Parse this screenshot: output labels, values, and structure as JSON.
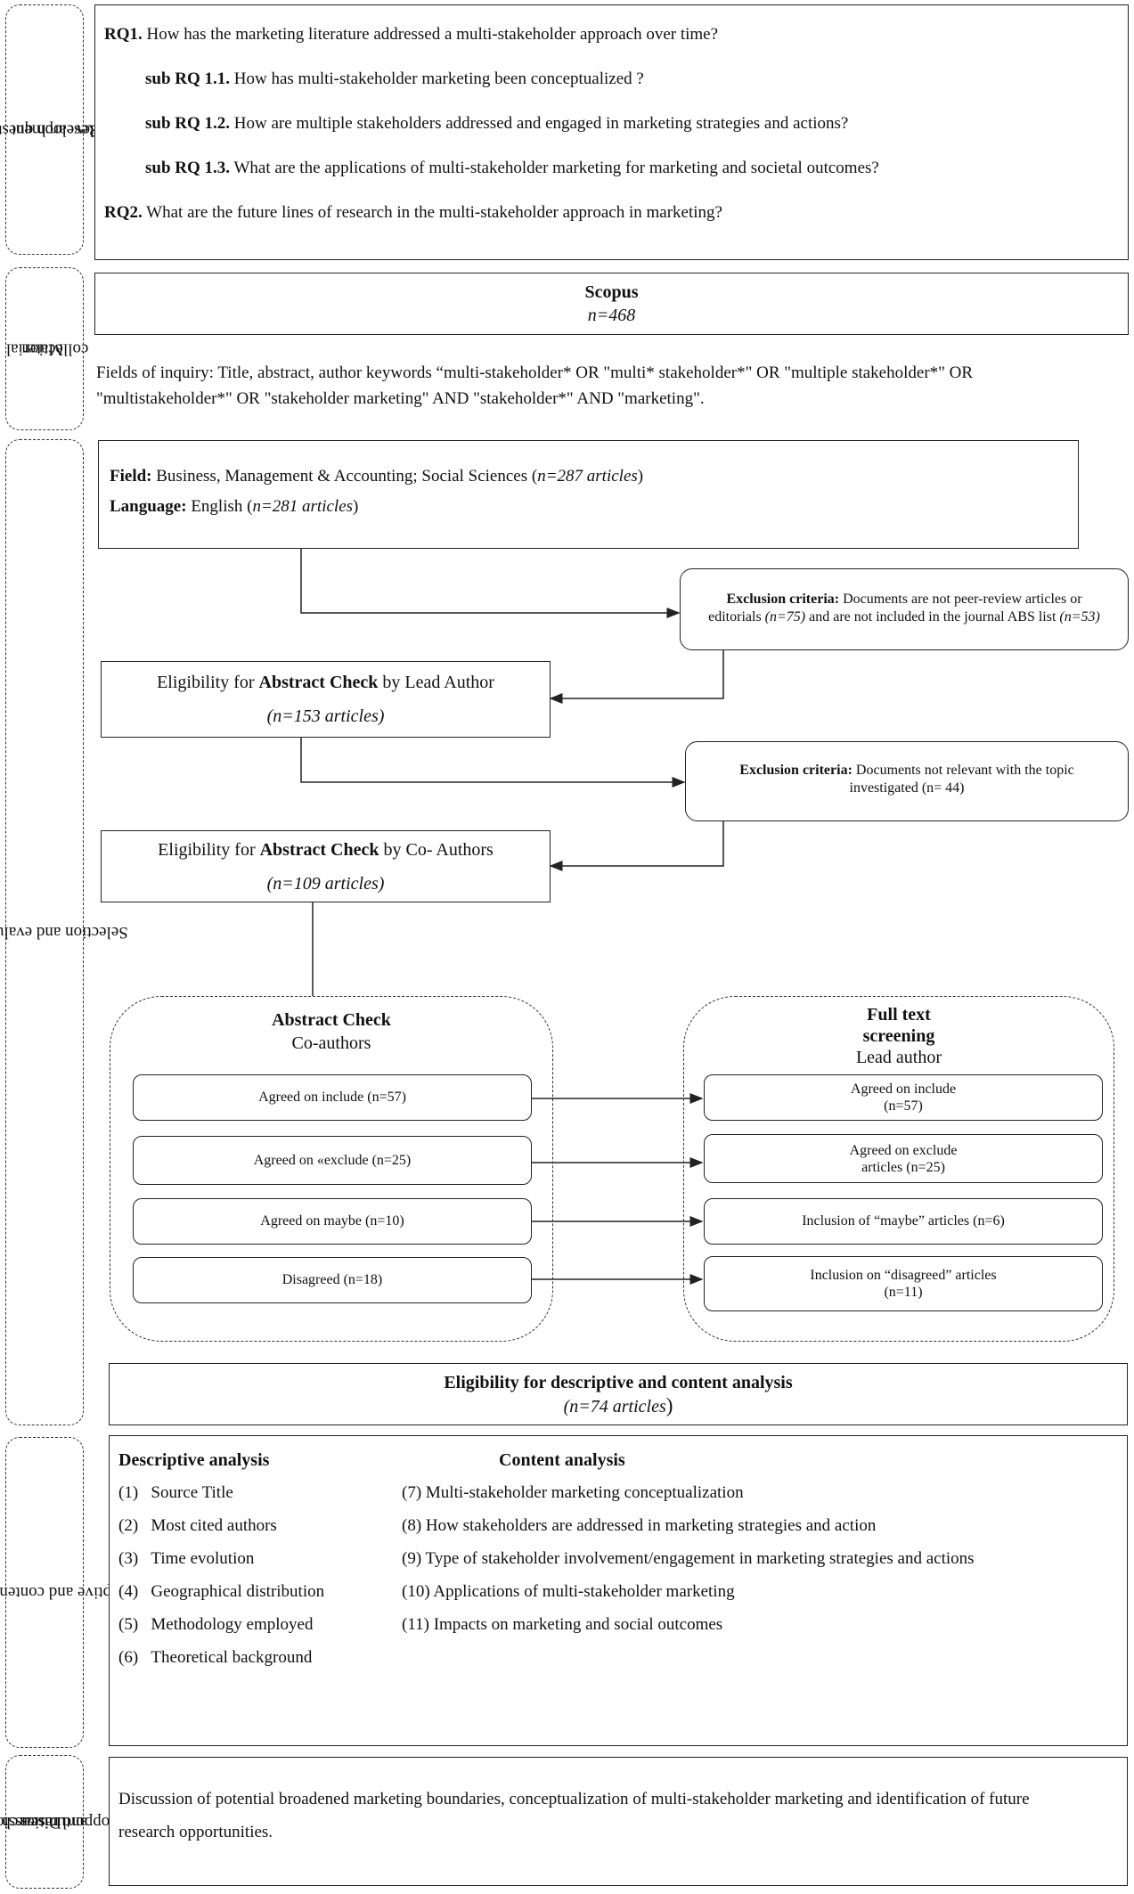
{
  "stages": [
    {
      "line1": "Research questions",
      "line2": "development"
    },
    {
      "line1": "Material",
      "line2": "collection"
    },
    {
      "line1": "Selection and evaluation",
      "line2": ""
    },
    {
      "line1": "Descriptive and content analyses",
      "line2": ""
    },
    {
      "line1": "Discussion",
      "line2": "and research",
      "line3": "opportunities"
    }
  ],
  "research_questions": [
    {
      "id": "RQ1.",
      "text": "How has the marketing literature addressed a multi-stakeholder approach over time?"
    },
    {
      "id": "sub RQ 1.1.",
      "text": "How has multi-stakeholder marketing been conceptualized ?"
    },
    {
      "id": "sub RQ 1.2.",
      "text": "How are multiple stakeholders addressed and engaged in marketing strategies and actions?"
    },
    {
      "id": "sub RQ 1.3.",
      "text": "What are the applications of multi-stakeholder marketing for marketing and societal outcomes?"
    },
    {
      "id": "RQ2.",
      "text": "What are the future lines of research in the multi-stakeholder approach in marketing?"
    }
  ],
  "material": {
    "source": "Scopus",
    "count": "n=468",
    "fields_line1": "Fields of inquiry: Title, abstract, author keywords “multi-stakeholder* OR \"multi* stakeholder*\" OR \"multiple stakeholder*\"  OR",
    "fields_line2": "\"multistakeholder*\" OR  \"stakeholder marketing\" AND \"stakeholder*\" AND  \"marketing\"."
  },
  "selection": {
    "field_label": "Field:",
    "field_text": "Business, Management & Accounting; Social Sciences (",
    "field_count": "n=287 articles",
    "field_close": ")",
    "language_label": "Language:",
    "language_text": "English (",
    "language_count": "n=281 articles",
    "language_close": ")",
    "exclusion1_label": "Exclusion criteria:",
    "exclusion1_text_a": "Documents are not peer-review articles or",
    "exclusion1_text_b": "editorials",
    "exclusion1_count_a": "(n=75)",
    "exclusion1_text_c": "and are not included in the journal ABS list",
    "exclusion1_count_b": "(n=53)",
    "eligibility1_pre": "Eligibility for",
    "eligibility1_bold": "Abstract Check",
    "eligibility1_post": "by Lead Author",
    "eligibility1_count": "(n=153 articles)",
    "exclusion2_label": "Exclusion criteria:",
    "exclusion2_text_a": "Documents not relevant with the topic",
    "exclusion2_text_b": "investigated (n= 44)",
    "eligibility2_pre": "Eligibility for",
    "eligibility2_bold": "Abstract Check",
    "eligibility2_post": "by Co- Authors",
    "eligibility2_count": "(n=109 articles)",
    "abstract_check_title": "Abstract Check",
    "abstract_check_sub": "Co-authors",
    "abstract_items": [
      "Agreed on include (n=57)",
      "Agreed on «exclude (n=25)",
      "Agreed on maybe (n=10)",
      "Disagreed (n=18)"
    ],
    "fulltext_title_1": "Full text",
    "fulltext_title_2": "screening",
    "fulltext_sub": "Lead author",
    "fulltext_items": [
      {
        "l1": "Agreed on include",
        "l2": "(n=57)"
      },
      {
        "l1": "Agreed on exclude",
        "l2": "articles (n=25)"
      },
      {
        "l1": "Inclusion of “maybe” articles (n=6)",
        "l2": ""
      },
      {
        "l1": "Inclusion on “disagreed” articles",
        "l2": "(n=11)"
      }
    ],
    "final_title": "Eligibility for descriptive and content analysis",
    "final_count": "(n=74 articles",
    "final_close": ")"
  },
  "analyses": {
    "descriptive_title": "Descriptive analysis",
    "content_title": "Content analysis",
    "descriptive_items": [
      {
        "num": "(1)",
        "text": "Source Title"
      },
      {
        "num": "(2)",
        "text": "Most cited authors"
      },
      {
        "num": "(3)",
        "text": "Time evolution"
      },
      {
        "num": "(4)",
        "text": "Geographical distribution"
      },
      {
        "num": "(5)",
        "text": "Methodology employed"
      },
      {
        "num": "(6)",
        "text": "Theoretical background"
      }
    ],
    "content_items": [
      "(7) Multi-stakeholder marketing conceptualization",
      "(8) How stakeholders are addressed in marketing strategies and action",
      "(9) Type of stakeholder involvement/engagement in marketing strategies and actions",
      "(10) Applications of multi-stakeholder marketing",
      "(11) Impacts on marketing and social outcomes"
    ]
  },
  "discussion": {
    "line1": "Discussion of potential broadened marketing boundaries, conceptualization of multi-stakeholder marketing and identification of future",
    "line2": "research opportunities."
  }
}
